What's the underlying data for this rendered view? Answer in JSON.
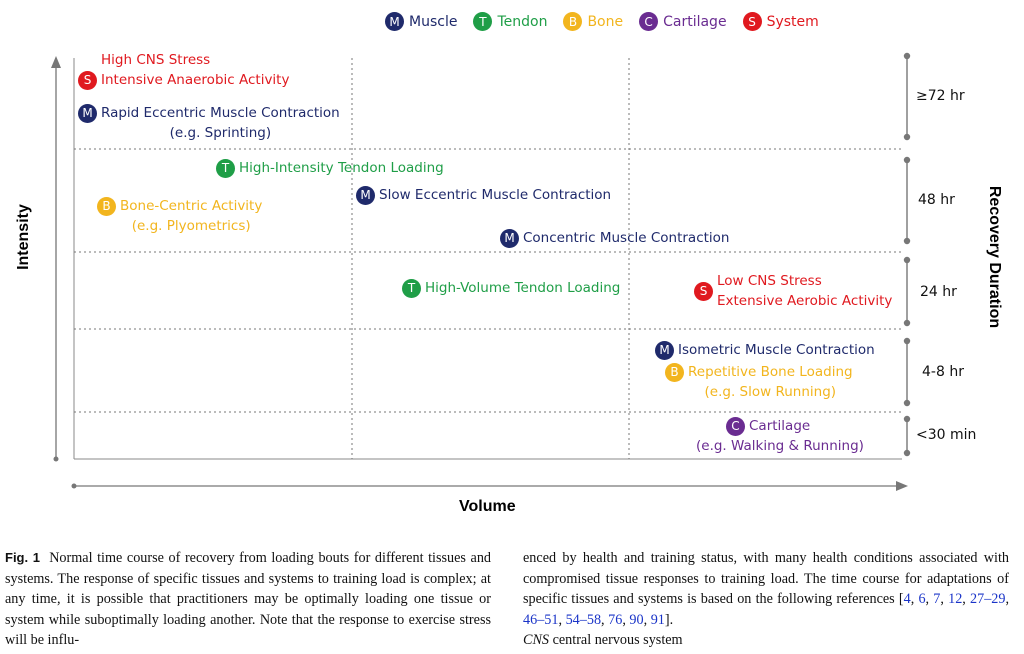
{
  "legend": [
    {
      "letter": "M",
      "name": "Muscle",
      "color": "#1f2a6b",
      "text_color": "#1f2a6b"
    },
    {
      "letter": "T",
      "name": "Tendon",
      "color": "#1f9e47",
      "text_color": "#1f9e47"
    },
    {
      "letter": "B",
      "name": "Bone",
      "color": "#f2b51e",
      "text_color": "#f2b51e"
    },
    {
      "letter": "C",
      "name": "Cartilage",
      "color": "#6a2c91",
      "text_color": "#6a2c91"
    },
    {
      "letter": "S",
      "name": "System",
      "color": "#e0191f",
      "text_color": "#e0191f"
    }
  ],
  "axes": {
    "y_title": "Intensity",
    "x_title": "Volume",
    "right_title": "Recovery Duration"
  },
  "recovery_bands": [
    "≥72 hr",
    "48 hr",
    "24 hr",
    "4-8 hr",
    "<30 min"
  ],
  "items": {
    "high_cns": {
      "badge": "S",
      "line1": "High CNS Stress",
      "line2": "Intensive Anaerobic Activity"
    },
    "rapid_ecc": {
      "badge": "M",
      "line1": "Rapid Eccentric Muscle Contraction",
      "line2": "(e.g. Sprinting)"
    },
    "hi_tendon": {
      "badge": "T",
      "line1": "High-Intensity Tendon Loading"
    },
    "bone_centric": {
      "badge": "B",
      "line1": "Bone-Centric Activity",
      "line2": "(e.g. Plyometrics)"
    },
    "slow_ecc": {
      "badge": "M",
      "line1": "Slow Eccentric Muscle Contraction"
    },
    "concentric": {
      "badge": "M",
      "line1": "Concentric Muscle Contraction"
    },
    "hv_tendon": {
      "badge": "T",
      "line1": "High-Volume Tendon Loading"
    },
    "low_cns": {
      "badge": "S",
      "line1": "Low CNS Stress",
      "line2": "Extensive Aerobic Activity"
    },
    "isometric": {
      "badge": "M",
      "line1": "Isometric Muscle Contraction"
    },
    "rep_bone": {
      "badge": "B",
      "line1": "Repetitive Bone Loading",
      "line2": "(e.g. Slow Running)"
    },
    "cartilage": {
      "badge": "C",
      "line1": "Cartilage",
      "line2": "(e.g. Walking & Running)"
    }
  },
  "caption": {
    "fig_label": "Fig. 1",
    "left_text": "Normal time course of recovery from loading bouts for different tissues and systems. The response of specific tissues and systems to training load is complex; at any time, it is possible that practitioners may be optimally loading one tissue or system while suboptimally loading another. Note that the response to exercise stress will be influ-",
    "right_text_a": "enced by health and training status, with many health conditions associated with compromised tissue responses to training load. The time course for adaptations of specific tissues and systems is based on the following references [",
    "refs": [
      "4",
      "6",
      "7",
      "12",
      "27–29",
      "46–51",
      "54–58",
      "76",
      "90",
      "91"
    ],
    "right_text_b": "].",
    "abbrev_term": "CNS",
    "abbrev_def": " central nervous system"
  }
}
